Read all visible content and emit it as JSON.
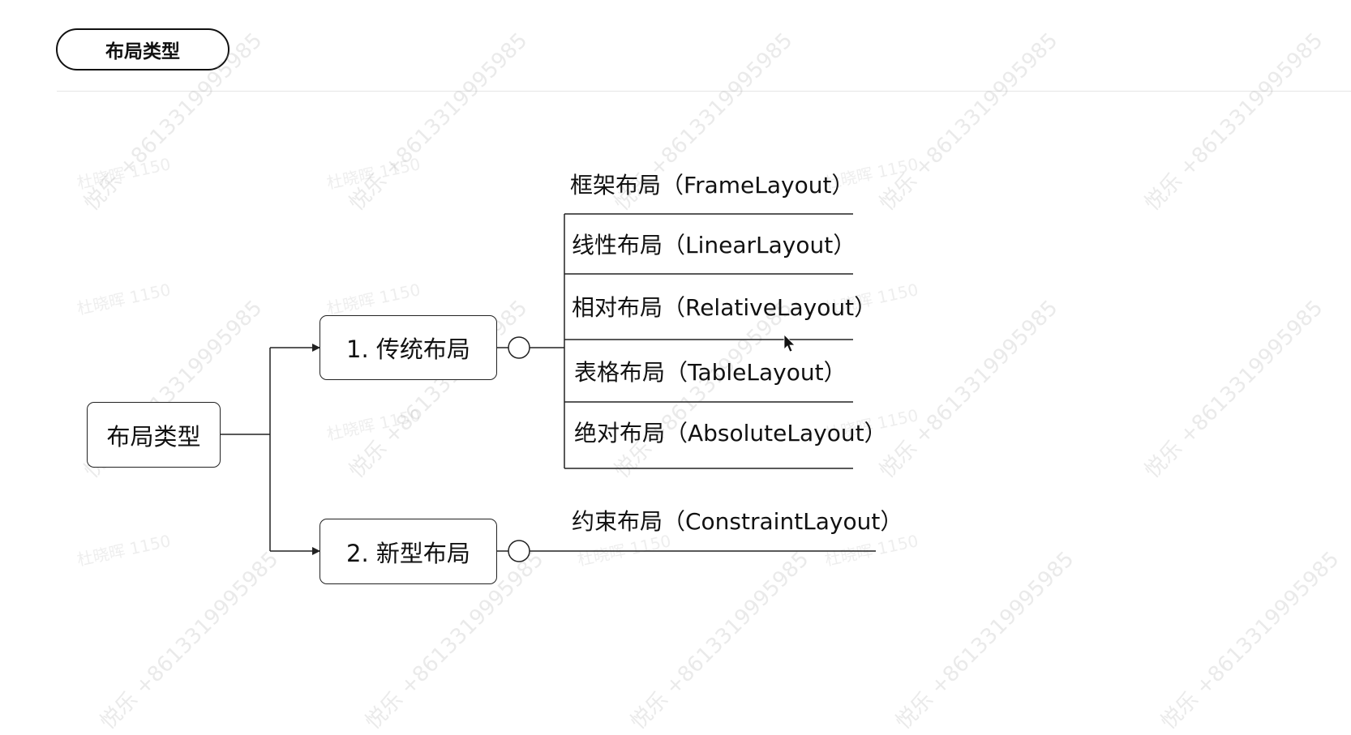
{
  "header": {
    "title": "布局类型"
  },
  "diagram": {
    "root": "布局类型",
    "branches": [
      {
        "label": "1. 传统布局",
        "items": [
          "框架布局（FrameLayout）",
          "线性布局（LinearLayout）",
          "相对布局（RelativeLayout）",
          "表格布局（TableLayout）",
          "绝对布局（AbsoluteLayout）"
        ]
      },
      {
        "label": "2. 新型布局",
        "items": [
          "约束布局（ConstraintLayout）"
        ]
      }
    ]
  },
  "watermarks": {
    "phone": "悦乐 +8613319995985",
    "name": "杜晓晖 1150"
  },
  "colors": {
    "line": "#222222",
    "header_rule": "#e6e6e6",
    "background": "#ffffff"
  },
  "icons": {
    "cursor": "mouse-pointer-icon"
  }
}
